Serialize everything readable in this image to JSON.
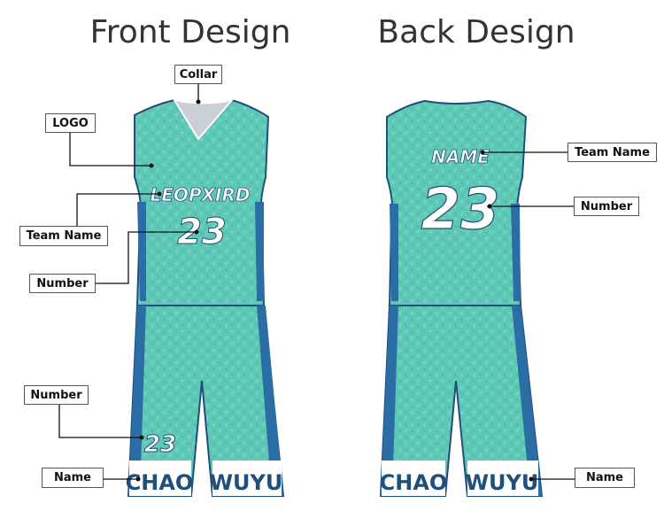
{
  "titles": {
    "front": "Front Design",
    "back": "Back Design"
  },
  "jersey": {
    "front_team_name": "LEOPXIRD",
    "front_number": "23",
    "back_name": "NAME",
    "back_number": "23",
    "shorts_number": "23",
    "shorts_name_left": "CHAO",
    "shorts_name_right": "WUYU"
  },
  "labels": {
    "collar": "Collar",
    "logo": "LOGO",
    "front_team_name": "Team Name",
    "front_number": "Number",
    "shorts_number": "Number",
    "front_name": "Name",
    "back_team_name": "Team Name",
    "back_number": "Number",
    "back_name": "Name"
  },
  "colors": {
    "body": "#5ec8b6",
    "trim": "#2b6ea6",
    "outline": "#1f4f7a"
  }
}
